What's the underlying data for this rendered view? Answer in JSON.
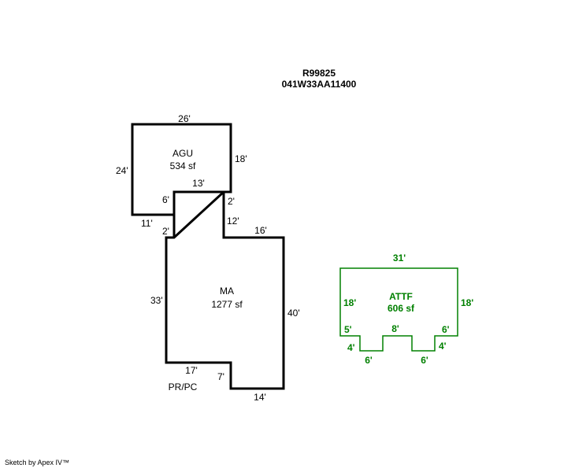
{
  "header": {
    "parcel_id": "R99825",
    "map_number": "041W33AA11400"
  },
  "areas": {
    "agu": {
      "code": "AGU",
      "area": "534 sf"
    },
    "ma": {
      "code": "MA",
      "area": "1277 sf"
    },
    "attf": {
      "code": "ATTF",
      "area": "606 sf"
    }
  },
  "dimensions": {
    "agu": {
      "top": "26'",
      "right": "18'",
      "left": "24'",
      "inner_top": "13'",
      "inner_left": "6'",
      "bottom": "11'",
      "right_lower": "2'"
    },
    "ma": {
      "left_upper": "2'",
      "right_upper": "12'",
      "top_right": "16'",
      "left": "33'",
      "right": "40'",
      "bottom_left": "17'",
      "step": "7'",
      "bottom": "14'"
    },
    "attf": {
      "top": "31'",
      "left": "18'",
      "right": "18'",
      "seg1": "5'",
      "notch1_depth": "4'",
      "notch1_width": "6'",
      "seg2": "8'",
      "notch2_width": "6'",
      "notch2_depth": "4'",
      "seg3": "6'"
    }
  },
  "labels": {
    "pr_pc": "PR/PC"
  },
  "colors": {
    "main_outline": "#000000",
    "attached_outline": "#008000"
  },
  "footer": "Sketch by Apex IV™"
}
